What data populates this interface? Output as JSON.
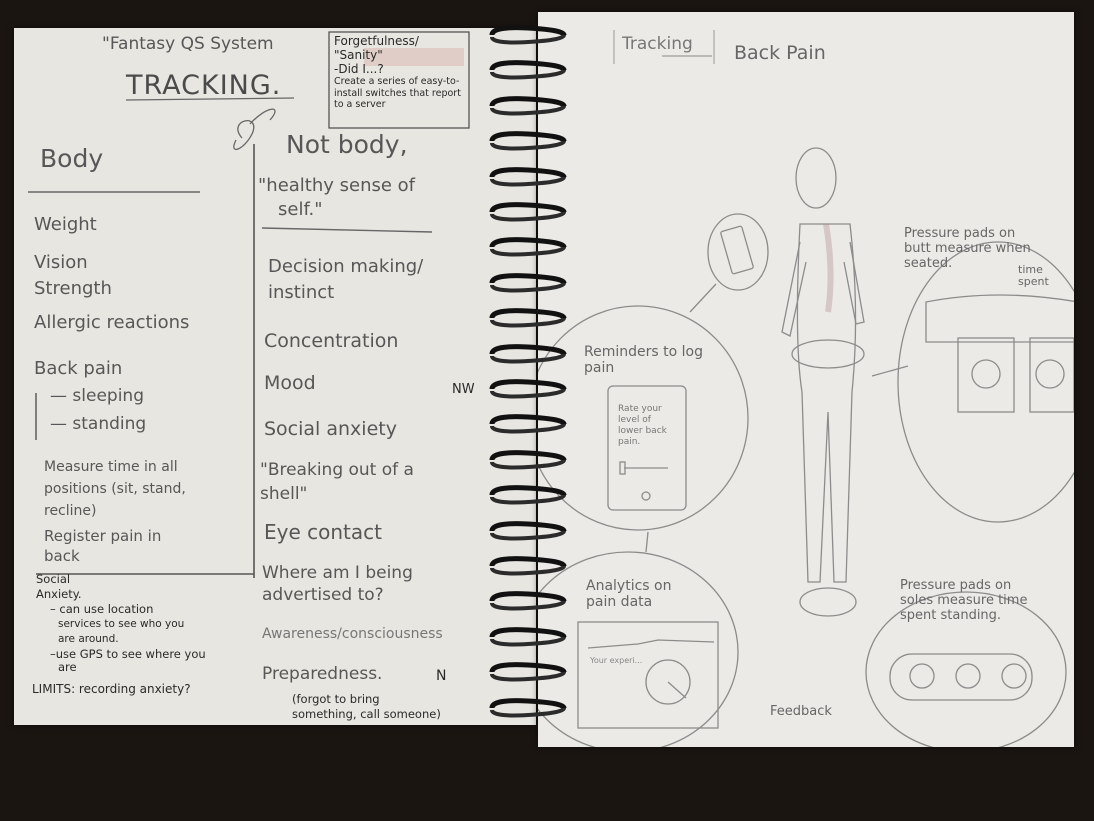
{
  "left": {
    "title_top": "\"Fantasy QS System",
    "title": "TRACKING.",
    "box": {
      "line1": "Forgetfulness/",
      "line2": "\"Sanity\"",
      "line3": "-Did I...?",
      "line4": "Create a series of easy-to-",
      "line5": "install switches that report",
      "line6": "to a server"
    },
    "body_heading": "Body",
    "body_items": [
      "Weight",
      "Vision",
      "Strength",
      "Allergic reactions",
      "Back pain"
    ],
    "back_sub": [
      "— sleeping",
      "— standing"
    ],
    "measure": [
      "Measure time in all",
      "positions (sit, stand,",
      "recline)"
    ],
    "register": [
      "Register pain in",
      "back"
    ],
    "social": [
      "Social",
      "Anxiety.",
      "– can use location",
      "services to see who you",
      "are around.",
      "–use GPS to see where you",
      "are"
    ],
    "limits": "LIMITS: recording anxiety?",
    "notbody_heading": "Not body,",
    "notbody_sub": [
      "\"healthy sense of",
      "self.\""
    ],
    "notbody_items": {
      "decision": [
        "Decision making/",
        "instinct"
      ],
      "concentration": "Concentration",
      "mood": "Mood",
      "social_anxiety": "Social anxiety",
      "breaking": [
        "\"Breaking out of a",
        "shell\""
      ],
      "eye": "Eye contact",
      "where": [
        "Where am I being",
        "advertised to?"
      ],
      "awareness": "Awareness/consciousness",
      "preparedness": "Preparedness.",
      "forgot": [
        "(forgot to bring",
        "something, call someone)"
      ]
    },
    "margin_marks": [
      "NW",
      "N"
    ]
  },
  "right": {
    "tab": "Tracking",
    "title": "Back Pain",
    "reminders": [
      "Reminders to log",
      "pain"
    ],
    "phone_text": [
      "Rate your",
      "level of",
      "lower back",
      "pain."
    ],
    "analytics": [
      "Analytics on",
      "pain data"
    ],
    "screen_text": "Your experi...",
    "feedback": "Feedback",
    "pressure_butt": [
      "Pressure pads on",
      "butt measure when",
      "seated."
    ],
    "time_spent": [
      "time",
      "spent"
    ],
    "pressure_soles": [
      "Pressure pads on",
      "soles measure time",
      "spent standing."
    ]
  }
}
